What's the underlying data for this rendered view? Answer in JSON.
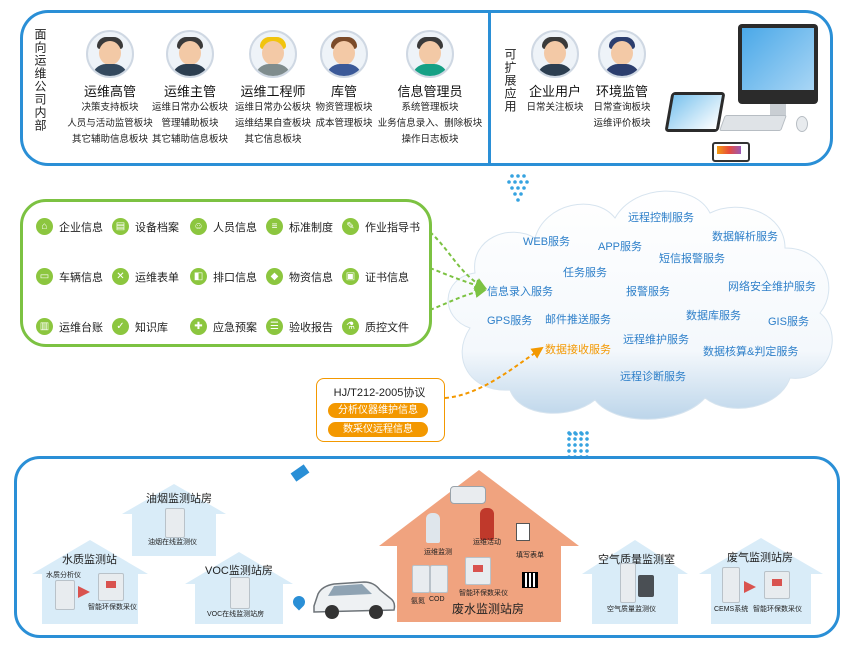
{
  "internal_panel": {
    "vertical_label": "面向运维公司内部",
    "roles": [
      {
        "title": "运维高管",
        "lines": [
          "决策支持板块",
          "人员与活动监管板块",
          "其它辅助信息板块"
        ]
      },
      {
        "title": "运维主管",
        "lines": [
          "运维日常办公板块",
          "管理辅助板块",
          "其它辅助信息板块"
        ]
      },
      {
        "title": "运维工程师",
        "lines": [
          "运维日常办公板块",
          "运维结果自查板块",
          "其它信息板块"
        ]
      },
      {
        "title": "库管",
        "lines": [
          "物资管理板块",
          "成本管理板块"
        ]
      },
      {
        "title": "信息管理员",
        "lines": [
          "系统管理板块",
          "业务信息录入、删除板块",
          "操作日志板块"
        ]
      }
    ]
  },
  "external_panel": {
    "vertical_label": "可扩展应用",
    "roles": [
      {
        "title": "企业用户",
        "lines": [
          "日常关注板块"
        ]
      },
      {
        "title": "环境监管",
        "lines": [
          "日常查询板块",
          "运维评价板块"
        ]
      }
    ]
  },
  "info_panel": {
    "items": [
      {
        "label": "企业信息",
        "icon": "building-icon"
      },
      {
        "label": "设备档案",
        "icon": "device-file-icon"
      },
      {
        "label": "人员信息",
        "icon": "person-icon"
      },
      {
        "label": "标准制度",
        "icon": "standard-doc-icon"
      },
      {
        "label": "作业指导书",
        "icon": "guide-book-icon"
      },
      {
        "label": "车辆信息",
        "icon": "car-icon"
      },
      {
        "label": "运维表单",
        "icon": "tools-icon"
      },
      {
        "label": "排口信息",
        "icon": "outlet-icon"
      },
      {
        "label": "物资信息",
        "icon": "materials-icon"
      },
      {
        "label": "证书信息",
        "icon": "certificate-icon"
      },
      {
        "label": "运维台账",
        "icon": "ledger-icon"
      },
      {
        "label": "知识库",
        "icon": "knowledge-icon"
      },
      {
        "label": "应急预案",
        "icon": "emergency-icon"
      },
      {
        "label": "验收报告",
        "icon": "report-icon"
      },
      {
        "label": "质控文件",
        "icon": "qc-file-icon"
      }
    ]
  },
  "cloud": {
    "services": [
      {
        "label": "远程控制服务",
        "hl": false
      },
      {
        "label": "WEB服务",
        "hl": false
      },
      {
        "label": "APP服务",
        "hl": false
      },
      {
        "label": "数据解析服务",
        "hl": false
      },
      {
        "label": "短信报警服务",
        "hl": false
      },
      {
        "label": "任务服务",
        "hl": false
      },
      {
        "label": "信息录入服务",
        "hl": false
      },
      {
        "label": "报警服务",
        "hl": false
      },
      {
        "label": "网络安全维护服务",
        "hl": false
      },
      {
        "label": "GPS服务",
        "hl": false
      },
      {
        "label": "邮件推送服务",
        "hl": false
      },
      {
        "label": "数据库服务",
        "hl": false
      },
      {
        "label": "GIS服务",
        "hl": false
      },
      {
        "label": "远程维护服务",
        "hl": false
      },
      {
        "label": "数据接收服务",
        "hl": true
      },
      {
        "label": "数据核算&判定服务",
        "hl": false
      },
      {
        "label": "远程诊断服务",
        "hl": false
      }
    ]
  },
  "protocol": {
    "title": "HJ/T212-2005协议",
    "tags": [
      "分析仪器维护信息",
      "数采仪远程信息"
    ]
  },
  "stations": {
    "oil_smoke": {
      "label": "油烟监测站房",
      "devices": [
        "油烟在线监测仪"
      ]
    },
    "water_quality": {
      "label": "水质监测站",
      "devices": [
        "水质分析仪",
        "智能环保数采仪"
      ]
    },
    "voc": {
      "label": "VOC监测站房",
      "devices": [
        "VOC在线监测站房"
      ]
    },
    "wastewater": {
      "label": "废水监测站房",
      "devices": [
        "运维监测",
        "运维活动",
        "填写表单",
        "氨氮",
        "COD",
        "智能环保数采仪"
      ]
    },
    "air_quality": {
      "label": "空气质量监测室",
      "devices": [
        "空气质量监测仪"
      ]
    },
    "waste_gas": {
      "label": "废气监测站房",
      "devices": [
        "CEMS系统",
        "智能环保数采仪"
      ]
    }
  },
  "colors": {
    "panel_border": "#2a8fd6",
    "green_border": "#7cc242",
    "service_text": "#2d7fc9",
    "highlight": "#f39800",
    "house_blue": "#d9ecf8",
    "house_orange": "#f0a37f"
  }
}
